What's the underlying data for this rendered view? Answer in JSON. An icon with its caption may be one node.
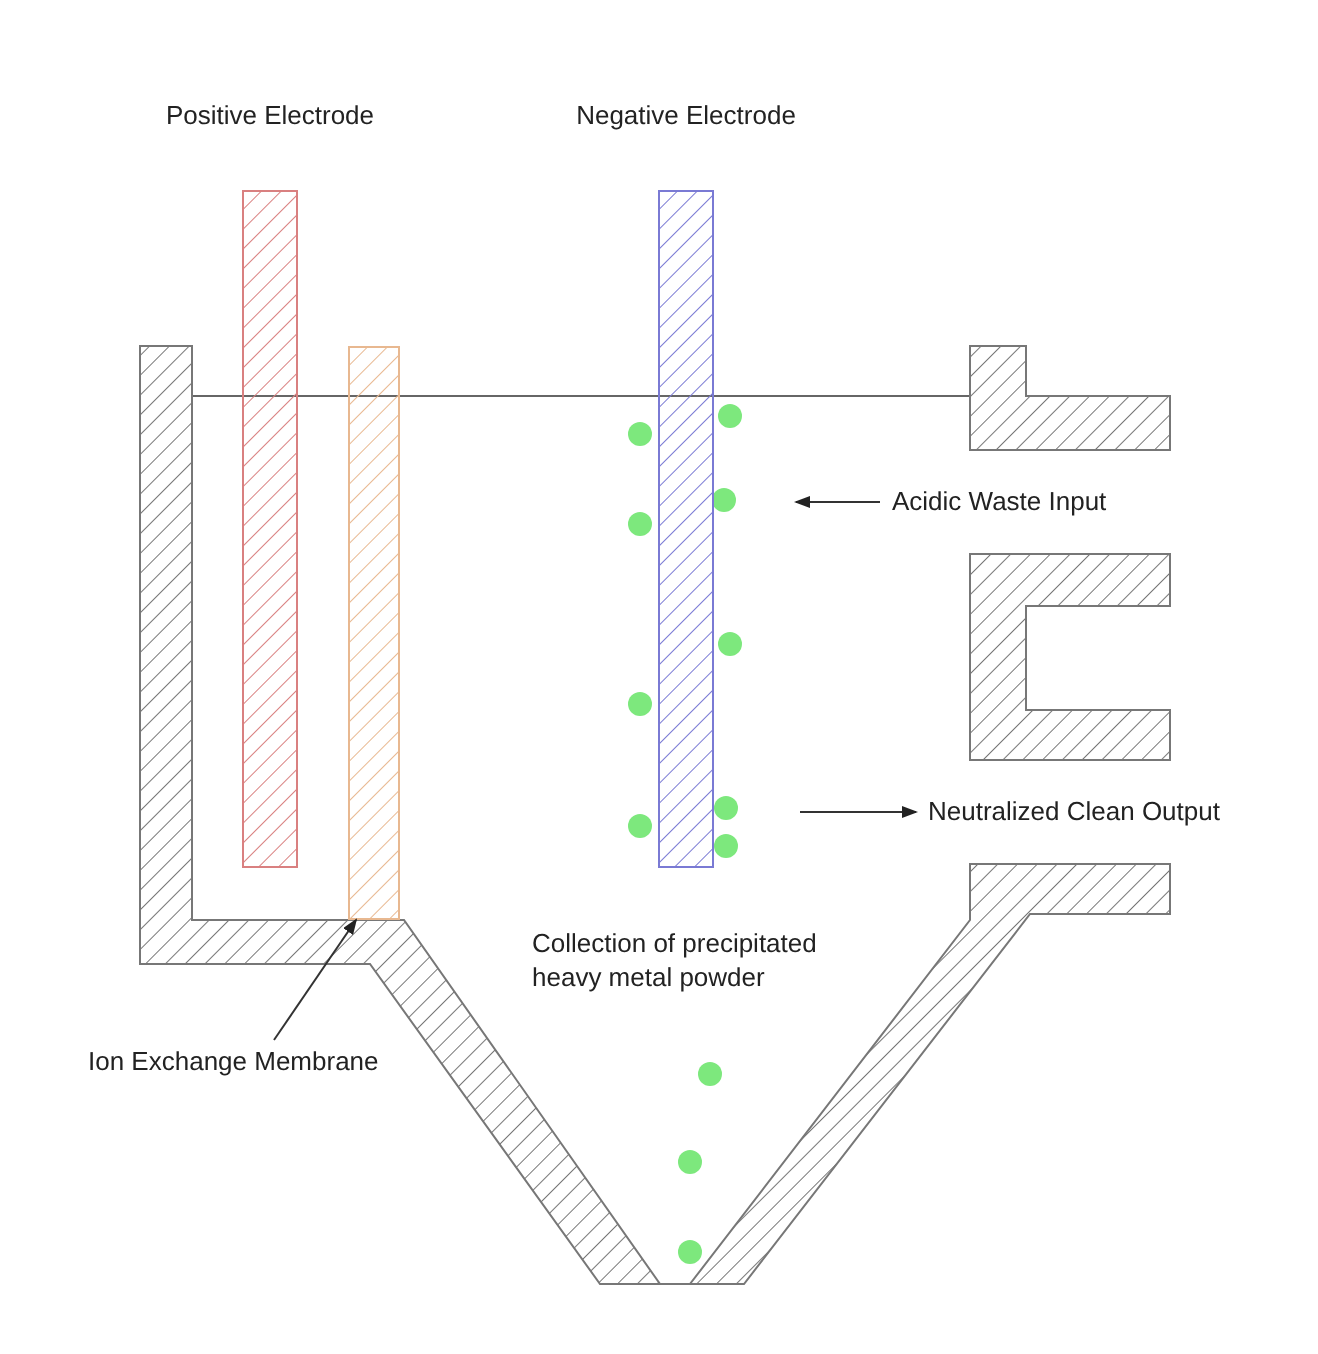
{
  "diagram": {
    "nodes": [
      {
        "text": [
          "Positive Electrode"
        ]
      },
      {
        "text": [
          "Negative Electrode"
        ]
      },
      {
        "text": [],
        "shape": "bar"
      },
      {
        "text": [
          "Acidic Waste Input"
        ]
      },
      {
        "text": [
          "Neutralized Clean Output"
        ]
      },
      {
        "text": [
          "Ion Exchange Membrane"
        ]
      }
    ],
    "edges": [
      {
        "from": 3,
        "to": null,
        "arrow": "to"
      },
      {
        "from": null,
        "to": 4,
        "arrow": "to"
      },
      {
        "from": 5,
        "to": 2,
        "arrow": "to"
      }
    ],
    "labels": [
      "Collection of precipitated heavy metal powder"
    ]
  }
}
